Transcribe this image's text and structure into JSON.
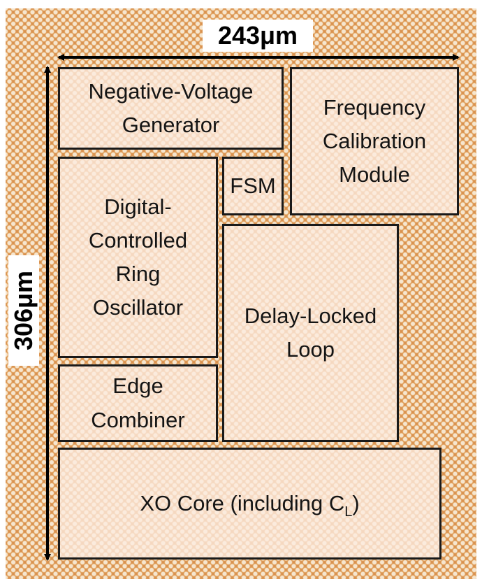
{
  "dimensions": {
    "width_label": "243μm",
    "height_label": "306μm"
  },
  "blocks": {
    "negative_voltage_generator": "Negative-Voltage\nGenerator",
    "frequency_calibration_module": "Frequency\nCalibration\nModule",
    "fsm": "FSM",
    "digital_controlled_ring_oscillator": "Digital-\nControlled\nRing\nOscillator",
    "delay_locked_loop": "Delay-Locked\nLoop",
    "edge_combiner": "Edge\nCombiner",
    "xo_core": {
      "text": "XO Core (including C",
      "subscript": "L",
      "suffix": ")"
    }
  },
  "colors": {
    "die_background": "#d9914f",
    "block_fill": "#fcece0",
    "outline": "#1a1a1a"
  }
}
